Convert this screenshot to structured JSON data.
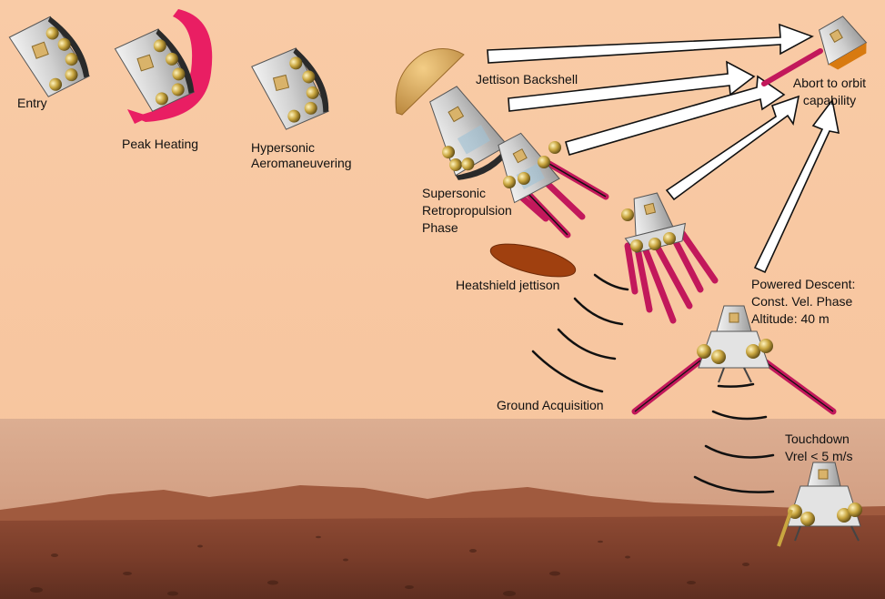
{
  "labels": {
    "entry": "Entry",
    "peak_heating": "Peak Heating",
    "hypersonic_1": "Hypersonic",
    "hypersonic_2": "Aeromaneuvering",
    "jettison_backshell": "Jettison Backshell",
    "supersonic_1": "Supersonic",
    "supersonic_2": "Retropropulsion",
    "supersonic_3": "Phase",
    "heatshield_jettison": "Heatshield jettison",
    "ground_acquisition": "Ground Acquisition",
    "powered_1": "Powered Descent:",
    "powered_2": "Const. Vel. Phase",
    "powered_3": "Altitude: 40 m",
    "touchdown_1": "Touchdown",
    "touchdown_2": "Vrel < 5 m/s",
    "abort_1": "Abort to orbit",
    "abort_2": "capability"
  },
  "colors": {
    "sky": "#f9caa4",
    "plume": "#c2185b",
    "heat": "#e91e63",
    "heatshield": "#a0400f",
    "backshell": "#d9a75a",
    "gold": "#c9a640",
    "ground": "#9b4b32"
  }
}
